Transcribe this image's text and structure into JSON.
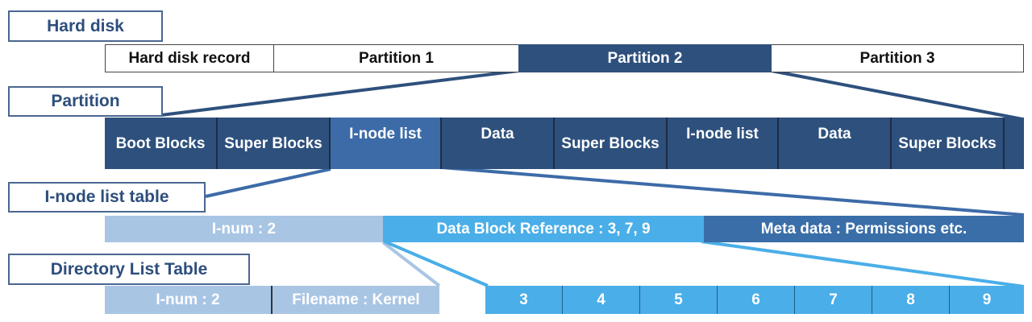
{
  "labels": {
    "hard_disk": "Hard disk",
    "partition": "Partition",
    "inode_table": "I-node list table",
    "directory_table": "Directory List Table"
  },
  "hard_disk_row": [
    "Hard disk record",
    "Partition 1",
    "Partition 2",
    "Partition 3"
  ],
  "partition_row": [
    "Boot Blocks",
    "Super Blocks",
    "I-node list",
    "Data",
    "Super Blocks",
    "I-node list",
    "Data",
    "Super Blocks",
    ""
  ],
  "inode_row": {
    "inum": "I-num : 2",
    "data_ref": "Data Block Reference : 3, 7, 9",
    "meta": "Meta data : Permissions etc."
  },
  "directory_row": {
    "inum": "I-num : 2",
    "filename": "Filename : Kernel"
  },
  "data_blocks": [
    "3",
    "4",
    "5",
    "6",
    "7",
    "8",
    "9"
  ],
  "colors": {
    "dark_navy": "#2e507d",
    "inode_highlight": "#3d6ba8",
    "light_blue": "#a9c5e4",
    "sky_blue": "#4aaee8",
    "mid_blue": "#3a6ea8",
    "label_border": "#4a6791"
  }
}
